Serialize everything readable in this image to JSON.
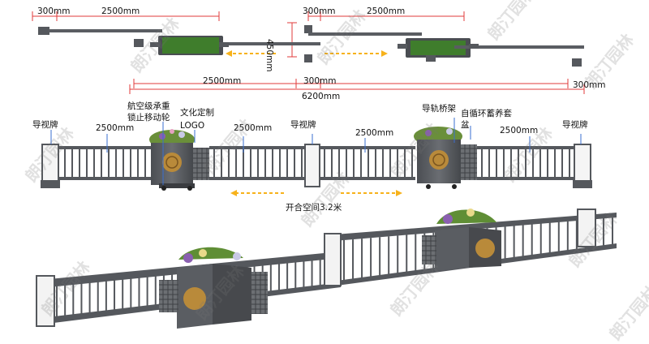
{
  "dims": {
    "top_300_left": "300mm",
    "top_2500_left": "2500mm",
    "top_450": "450mm",
    "top_300_right": "300mm",
    "top_2500_right": "2500mm",
    "bottom_2500": "2500mm",
    "bottom_300": "300mm",
    "bottom_300_right": "300mm",
    "total_6200": "6200mm"
  },
  "elevation": {
    "sign_left": "导视牌",
    "sign_mid": "导视牌",
    "sign_right": "导视牌",
    "span_1": "2500mm",
    "span_2": "2500mm",
    "span_3": "2500mm",
    "span_4": "2500mm",
    "caster_note_line1": "航空级承重",
    "caster_note_line2": "锁止移动轮",
    "logo_note_line1": "文化定制",
    "logo_note_line2": "LOGO",
    "rail_note": "导轨桥架",
    "planter_note_line1": "自循环蓄养套",
    "planter_note_line2": "盆",
    "open_space": "开合空间3.2米"
  },
  "watermark": "朗汀园林",
  "colors": {
    "frame": "#55585d",
    "dim_line": "#e23b3b",
    "arrow": "#f7b21b",
    "green": "#3f7d2c",
    "gold": "#b98a3a"
  }
}
